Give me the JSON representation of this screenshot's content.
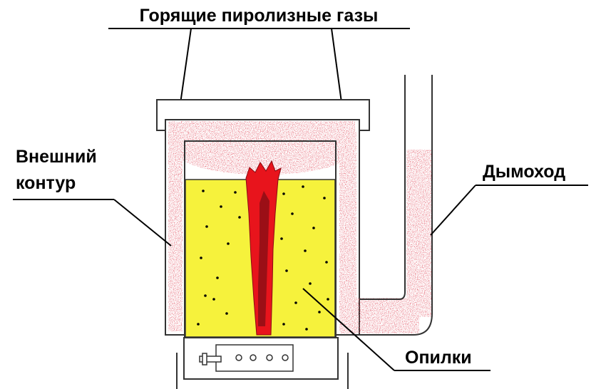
{
  "labels": {
    "top": "Горящие пиролизные газы",
    "outer_contour_line1": "Внешний",
    "outer_contour_line2": "контур",
    "chimney": "Дымоход",
    "sawdust": "Опилки"
  },
  "colors": {
    "gas": "#c8202a",
    "sawdust": "#f6f23c",
    "flame": "#e8141c",
    "flame_core": "#9b0f16",
    "outline": "#333333"
  }
}
